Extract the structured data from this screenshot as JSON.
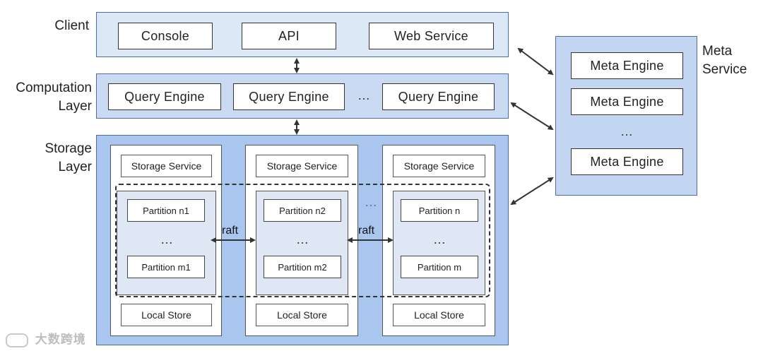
{
  "layers": {
    "client": "Client",
    "computation_line1": "Computation",
    "computation_line2": "Layer",
    "storage_line1": "Storage",
    "storage_line2": "Layer",
    "meta_line1": "Meta",
    "meta_line2": "Service"
  },
  "client": {
    "console": "Console",
    "api": "API",
    "web_service": "Web Service"
  },
  "computation": {
    "engines": [
      "Query Engine",
      "Query Engine",
      "Query Engine"
    ],
    "ellipsis": "…"
  },
  "storage": {
    "columns": [
      {
        "service": "Storage Service",
        "partition_first": "Partition n1",
        "partition_last": "Partition m1",
        "ellipsis": "…",
        "local_store": "Local Store"
      },
      {
        "service": "Storage Service",
        "partition_first": "Partition n2",
        "partition_last": "Partition m2",
        "ellipsis": "…",
        "local_store": "Local Store"
      },
      {
        "service": "Storage Service",
        "partition_first": "Partition n",
        "partition_last": "Partition m",
        "ellipsis": "…",
        "local_store": "Local Store"
      }
    ],
    "raft_label": "raft",
    "group_ellipsis": "…"
  },
  "meta": {
    "engines": [
      "Meta Engine",
      "Meta Engine",
      "Meta Engine"
    ],
    "ellipsis": "…"
  },
  "watermark": "大数跨境",
  "colors": {
    "client_panel": "#dde8f7",
    "computation_panel": "#c9daf2",
    "storage_panel": "#a9c6ee",
    "meta_panel": "#c3d6f1"
  }
}
